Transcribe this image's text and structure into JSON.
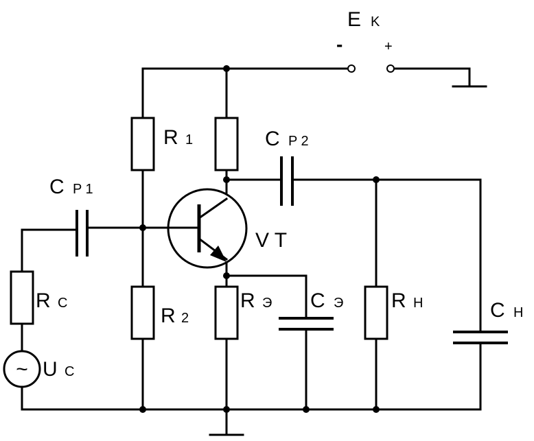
{
  "labels": {
    "ek": {
      "main": "E",
      "sub": "K"
    },
    "minus": "-",
    "plus": "+",
    "r1": {
      "main": "R",
      "sub": "1"
    },
    "cp1": {
      "main": "C",
      "sub": "P 1"
    },
    "cp2": {
      "main": "C",
      "sub": "P 2"
    },
    "vt": {
      "main": "V T"
    },
    "rc": {
      "main": "R",
      "sub": "C"
    },
    "r2": {
      "main": "R",
      "sub": "2"
    },
    "re": {
      "main": "R",
      "sub": "Э"
    },
    "ce": {
      "main": "C",
      "sub": "Э"
    },
    "rn": {
      "main": "R",
      "sub": "H"
    },
    "cn": {
      "main": "C",
      "sub": "H"
    },
    "uc": {
      "main": "U",
      "sub": "C"
    },
    "source_glyph": "~"
  }
}
